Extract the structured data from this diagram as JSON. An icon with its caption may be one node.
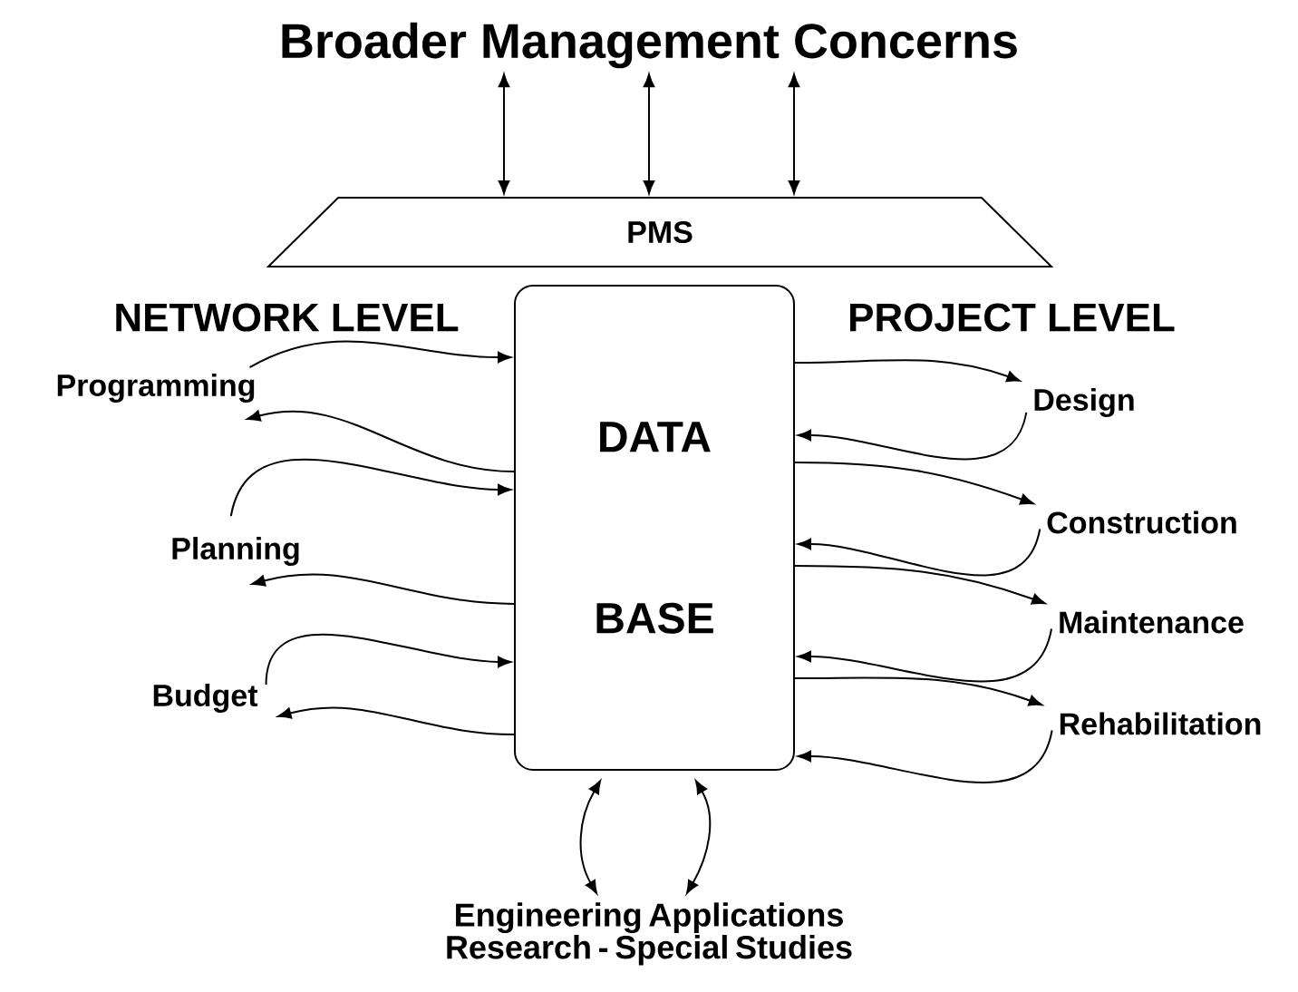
{
  "diagram": {
    "nodes": [
      {
        "text": [
          "Broader Management Concerns"
        ]
      },
      {
        "text": [
          "PMS"
        ]
      },
      {
        "text": [
          "DATA",
          "BASE"
        ]
      },
      {
        "text": [
          "Programming"
        ]
      },
      {
        "text": [
          "Planning"
        ]
      },
      {
        "text": [
          "Budget"
        ]
      },
      {
        "text": [
          "Design"
        ]
      },
      {
        "text": [
          "Construction"
        ]
      },
      {
        "text": [
          "Maintenance"
        ]
      },
      {
        "text": [
          "Rehabilitation"
        ]
      },
      {
        "text": [
          "Engineering Applications Research - Special Studies"
        ]
      }
    ],
    "edges": [
      {
        "from": 0,
        "to": 1,
        "arrow": "both"
      },
      {
        "from": 0,
        "to": 1,
        "arrow": "both"
      },
      {
        "from": 0,
        "to": 1,
        "arrow": "both"
      },
      {
        "from": 3,
        "to": 2,
        "arrow": "to"
      },
      {
        "from": 2,
        "to": 3,
        "arrow": "to"
      },
      {
        "from": 4,
        "to": 2,
        "arrow": "to"
      },
      {
        "from": 2,
        "to": 4,
        "arrow": "to"
      },
      {
        "from": 5,
        "to": 2,
        "arrow": "to"
      },
      {
        "from": 2,
        "to": 5,
        "arrow": "to"
      },
      {
        "from": 2,
        "to": 6,
        "arrow": "to"
      },
      {
        "from": 6,
        "to": 2,
        "arrow": "to"
      },
      {
        "from": 2,
        "to": 7,
        "arrow": "to"
      },
      {
        "from": 7,
        "to": 2,
        "arrow": "to"
      },
      {
        "from": 2,
        "to": 8,
        "arrow": "to"
      },
      {
        "from": 8,
        "to": 2,
        "arrow": "to"
      },
      {
        "from": 2,
        "to": 9,
        "arrow": "to"
      },
      {
        "from": 9,
        "to": 2,
        "arrow": "to"
      },
      {
        "from": 2,
        "to": 10,
        "arrow": "both"
      },
      {
        "from": 2,
        "to": 10,
        "arrow": "both"
      }
    ],
    "labels": [
      "NETWORK LEVEL",
      "PROJECT LEVEL"
    ]
  }
}
